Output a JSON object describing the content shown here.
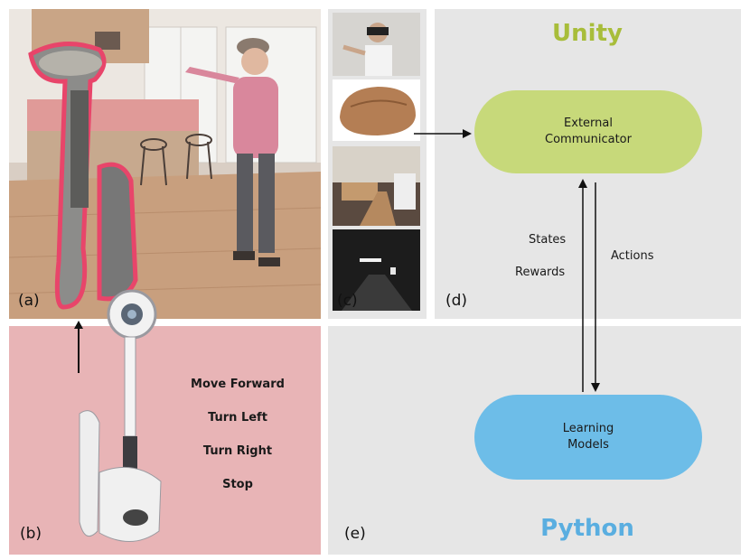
{
  "panels": {
    "a": {
      "label": "(a)"
    },
    "b": {
      "label": "(b)",
      "commands": [
        "Move Forward",
        "Turn Left",
        "Turn Right",
        "Stop"
      ]
    },
    "c": {
      "label": "(c)"
    },
    "d": {
      "label": "(d)",
      "title": "Unity"
    },
    "e": {
      "label": "(e)",
      "title": "Python"
    }
  },
  "nodes": {
    "communicator": {
      "line1": "External",
      "line2": "Communicator"
    },
    "learning": {
      "line1": "Learning",
      "line2": "Models"
    }
  },
  "flows": {
    "states": "States",
    "rewards": "Rewards",
    "actions": "Actions"
  },
  "colors": {
    "unity": "#a8bd3a",
    "python": "#5aaee0",
    "communicator_fill": "#c7d97a",
    "learning_fill": "#6dbde8",
    "robot_outline": "#e8456a",
    "panel_b_bg": "#e8b4b6",
    "panel_gray": "#e6e6e6"
  }
}
